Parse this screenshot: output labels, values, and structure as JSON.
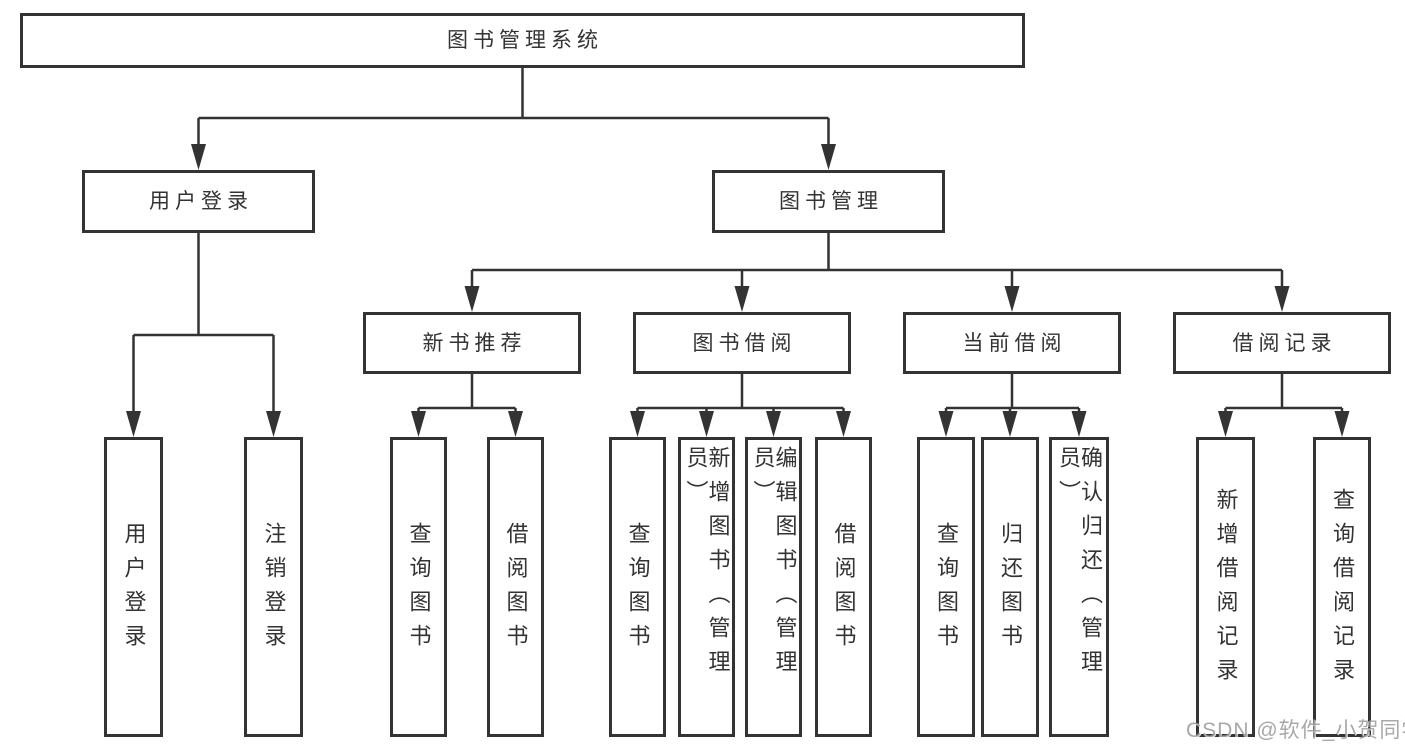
{
  "diagram": {
    "type": "hierarchy-tree",
    "title": "图书管理系统",
    "structure": {
      "root": {
        "label": "图书管理系统",
        "children": [
          {
            "label": "用户登录",
            "children": [
              "用户登录",
              "注销登录"
            ]
          },
          {
            "label": "图书管理",
            "children": [
              {
                "label": "新书推荐",
                "children": [
                  "查询图书",
                  "借阅图书"
                ]
              },
              {
                "label": "图书借阅",
                "children": [
                  "查询图书",
                  "新增图书（管理员）",
                  "编辑图书（管理员）",
                  "借阅图书"
                ]
              },
              {
                "label": "当前借阅",
                "children": [
                  "查询图书",
                  "归还图书",
                  "确认归还（管理员）"
                ]
              },
              {
                "label": "借阅记录",
                "children": [
                  "新增借阅记录",
                  "查询借阅记录"
                ]
              }
            ]
          }
        ]
      }
    }
  },
  "colors": {
    "box_border": "#333333",
    "connector_line": "#333333",
    "arrowhead": "#333333",
    "text": "#333333",
    "background": "#ffffff",
    "watermark": "#9e9e9e"
  },
  "nodes": {
    "root": {
      "label": "图书管理系统"
    },
    "user_login": {
      "label": "用户登录"
    },
    "book_mgmt": {
      "label": "图书管理"
    },
    "new_book_rec": {
      "label": "新书推荐"
    },
    "book_borrow": {
      "label": "图书借阅"
    },
    "current_borrow": {
      "label": "当前借阅"
    },
    "borrow_records": {
      "label": "借阅记录"
    },
    "leaf_user_login": {
      "label": "用户登录"
    },
    "leaf_logout": {
      "label": "注销登录"
    },
    "leaf_rec_query": {
      "label": "查询图书"
    },
    "leaf_rec_borrow": {
      "label": "借阅图书"
    },
    "leaf_bb_query": {
      "label": "查询图书"
    },
    "leaf_bb_add": {
      "label": "新增图书（管理员）"
    },
    "leaf_bb_edit": {
      "label": "编辑图书（管理员）"
    },
    "leaf_bb_borrow": {
      "label": "借阅图书"
    },
    "leaf_cb_query": {
      "label": "查询图书"
    },
    "leaf_cb_return": {
      "label": "归还图书"
    },
    "leaf_cb_confirm": {
      "label": "确认归还（管理员）"
    },
    "leaf_br_add": {
      "label": "新增借阅记录"
    },
    "leaf_br_query": {
      "label": "查询借阅记录"
    }
  },
  "watermark": {
    "text": "CSDN @软件_小贺同学"
  }
}
